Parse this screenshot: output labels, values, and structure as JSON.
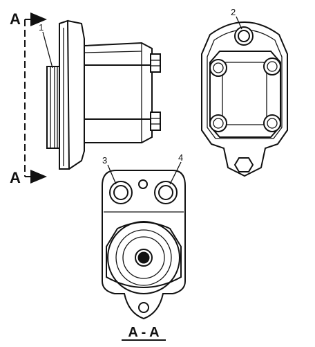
{
  "section_marker_top": "A",
  "section_marker_bottom": "A",
  "callouts": {
    "c1": "1",
    "c2": "2",
    "c3": "3",
    "c4": "4"
  },
  "section_title": "A - A",
  "line_color": "#111111",
  "background": "#ffffff"
}
